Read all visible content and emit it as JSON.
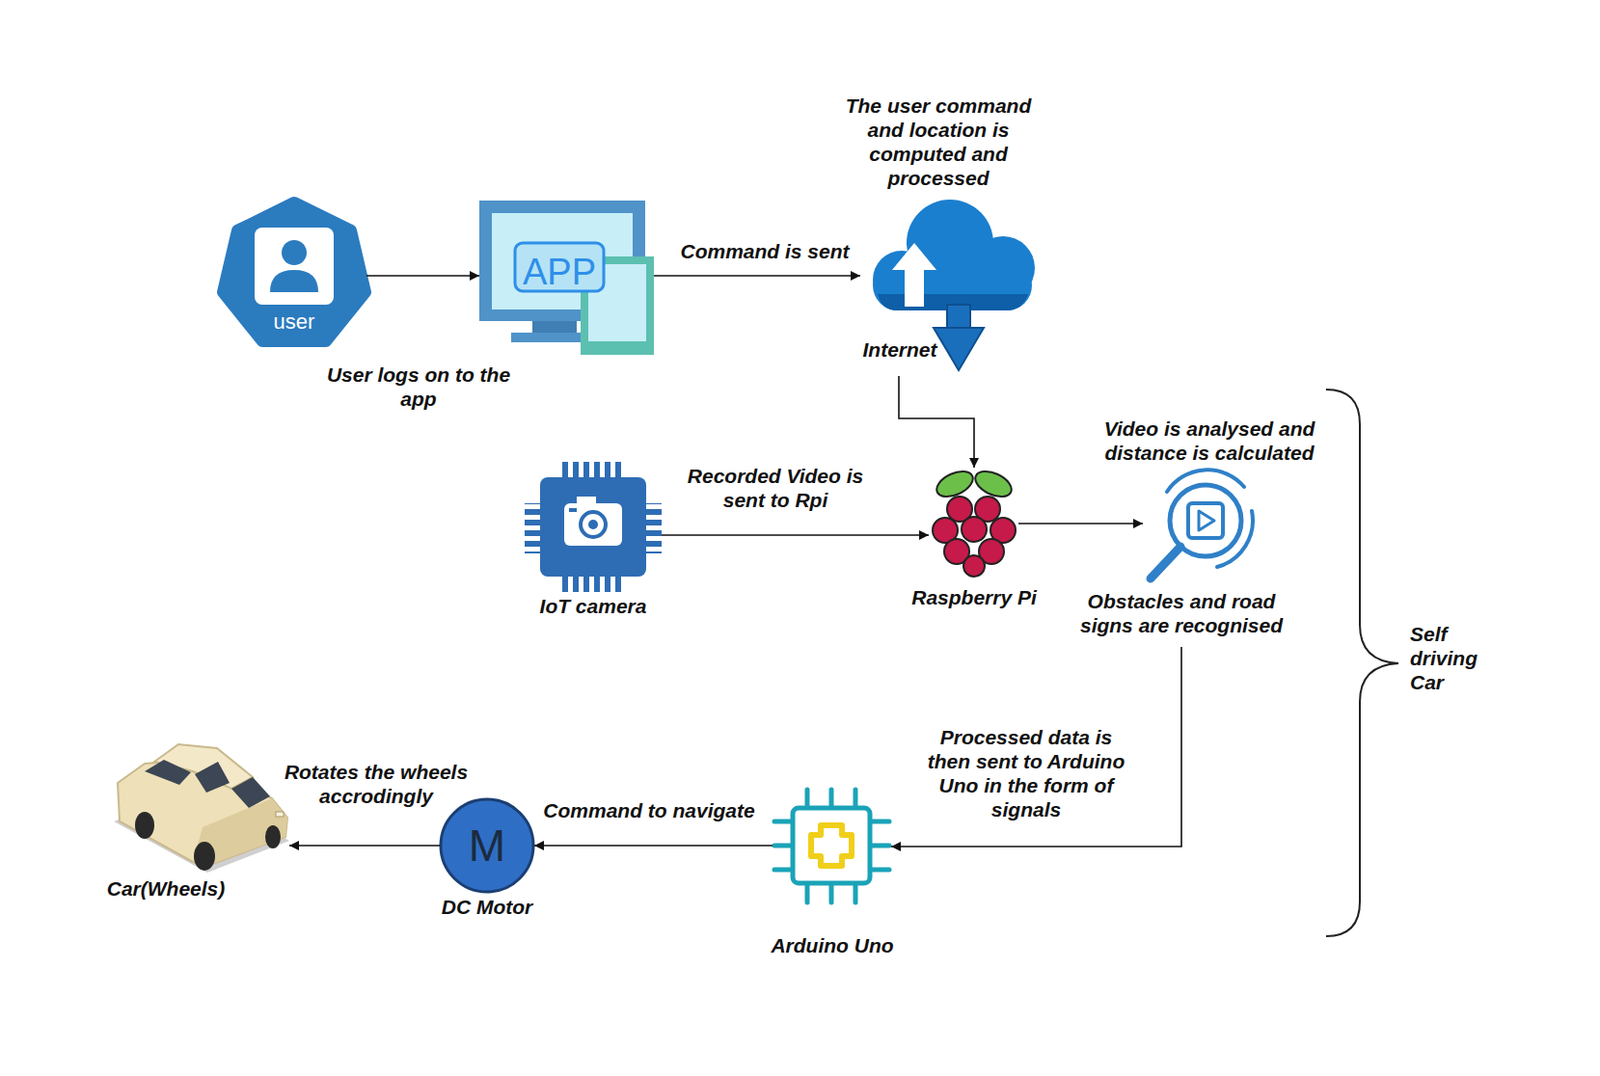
{
  "diagram": {
    "nodes": [
      {
        "text": [
          "user"
        ]
      },
      {
        "text": [
          "APP"
        ]
      },
      {
        "text": [
          "The user command and location is computed and processed",
          "Internet"
        ]
      },
      {
        "text": [
          "Raspberry Pi"
        ]
      },
      {
        "text": [
          "IoT camera"
        ]
      },
      {
        "text": [
          "Video is analysed and distance is calculated",
          "Obstacles and road signs are recognised"
        ]
      },
      {
        "text": [
          "Arduino Uno"
        ]
      },
      {
        "text": [
          "M",
          "DC Motor"
        ]
      },
      {
        "text": [
          "Car(Wheels)"
        ]
      }
    ],
    "edges": [
      {
        "from": 0,
        "to": 1,
        "arrow": "to",
        "label": "User logs on to the app"
      },
      {
        "from": 1,
        "to": 2,
        "arrow": "to",
        "label": "Command is sent"
      },
      {
        "from": 2,
        "to": 3,
        "arrow": "to"
      },
      {
        "from": 4,
        "to": 3,
        "arrow": "to",
        "label": "Recorded Video is sent to Rpi"
      },
      {
        "from": 3,
        "to": 5,
        "arrow": "to"
      },
      {
        "from": 5,
        "to": 6,
        "arrow": "to",
        "label": "Processed data is then sent to Arduino Uno in the form of signals"
      },
      {
        "from": 6,
        "to": 7,
        "arrow": "to",
        "label": "Command to navigate"
      },
      {
        "from": 7,
        "to": 8,
        "arrow": "to",
        "label": "Rotates the wheels accrodingly"
      }
    ],
    "labels": [
      "Self driving Car"
    ]
  }
}
